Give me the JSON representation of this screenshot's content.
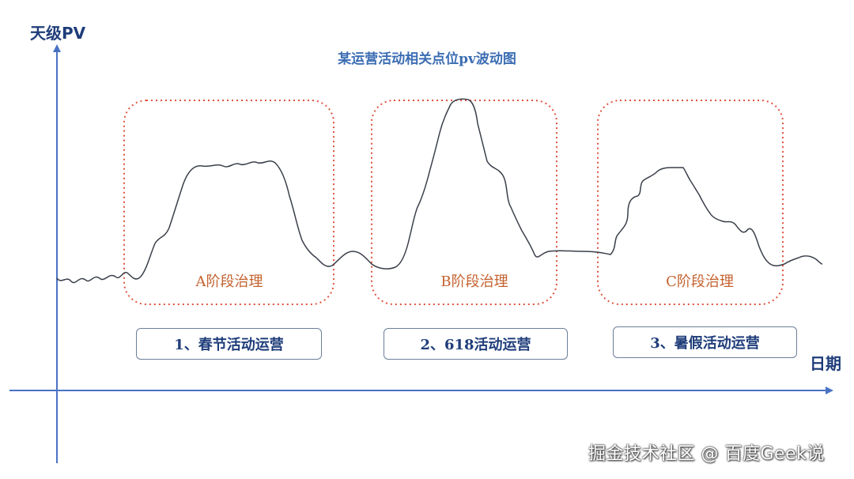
{
  "diagram": {
    "title": "某运营活动相关点位pv波动图",
    "y_axis_label": "天级PV",
    "x_axis_label": "日期",
    "phases": [
      {
        "label": "A阶段治理"
      },
      {
        "label": "B阶段治理"
      },
      {
        "label": "C阶段治理"
      }
    ],
    "campaigns": [
      {
        "label": "1、春节活动运营"
      },
      {
        "label": "2、618活动运营"
      },
      {
        "label": "3、暑假活动运营"
      }
    ],
    "colors": {
      "axis": "#4a72c4",
      "curve": "#3a3f4a",
      "phase_border": "#e0533d",
      "phase_text": "#c4622f",
      "title": "#3b6db3"
    }
  },
  "watermark": "掘金技术社区 @ 百度Geek说"
}
